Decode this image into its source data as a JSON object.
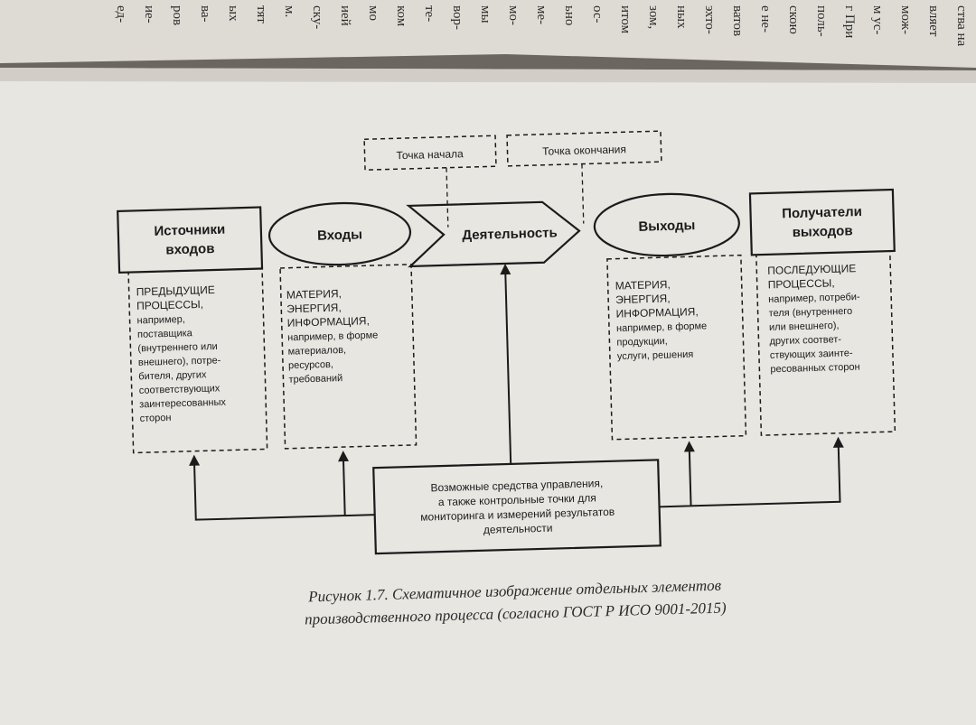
{
  "previous_page": {
    "line_fragments": [
      "ства на",
      "вляет",
      "мож-",
      "м ус-",
      "г При",
      "поль-",
      "скою",
      "е не-",
      "ватов",
      "эхто-",
      "ных",
      "зом,",
      "итом",
      "ос-",
      "ьно",
      "ме-",
      "мо-",
      "мы",
      "вор-",
      "те-",
      "ком",
      "мо",
      "ией",
      "ску-",
      "м.",
      "тят",
      "ых",
      "ва-",
      "ров",
      "ие-",
      "ед-"
    ]
  },
  "diagram": {
    "start_point": "Точка начала",
    "end_point": "Точка окончания",
    "sources": {
      "title": [
        "Источники",
        "входов"
      ],
      "details": [
        "ПРЕДЫДУЩИЕ",
        "ПРОЦЕССЫ,",
        "например,",
        "поставщика",
        "(внутреннего или",
        "внешнего), потре-",
        "бителя, других",
        "соответствующих",
        "заинтересованных",
        "сторон"
      ]
    },
    "inputs": {
      "title": "Входы",
      "details": [
        "МАТЕРИЯ,",
        "ЭНЕРГИЯ,",
        "ИНФОРМАЦИЯ,",
        "например, в форме",
        "материалов,",
        "ресурсов,",
        "требований"
      ]
    },
    "activity": {
      "title": "Деятельность"
    },
    "outputs": {
      "title": "Выходы",
      "details": [
        "МАТЕРИЯ,",
        "ЭНЕРГИЯ,",
        "ИНФОРМАЦИЯ,",
        "например, в форме",
        "продукции,",
        "услуги, решения"
      ]
    },
    "receivers": {
      "title": [
        "Получатели",
        "выходов"
      ],
      "details": [
        "ПОСЛЕДУЮЩИЕ",
        "ПРОЦЕССЫ,",
        "например, потреби-",
        "теля (внутреннего",
        "или внешнего),",
        "других соответ-",
        "ствующих заинте-",
        "ресованных сторон"
      ]
    },
    "controls": {
      "text": [
        "Возможные средства управления,",
        "а также контрольные точки для",
        "мониторинга и измерений результатов",
        "деятельности"
      ]
    }
  },
  "caption": {
    "line1": "Рисунок 1.7. Схематичное изображение отдельных элементов",
    "line2": "производственного процесса (согласно ГОСТ Р ИСО 9001-2015)"
  },
  "colors": {
    "paper": "#e8e6e1",
    "paper_shadow": "#cfcbc4",
    "ink": "#1b1b1b",
    "background": "#6f6a64"
  }
}
